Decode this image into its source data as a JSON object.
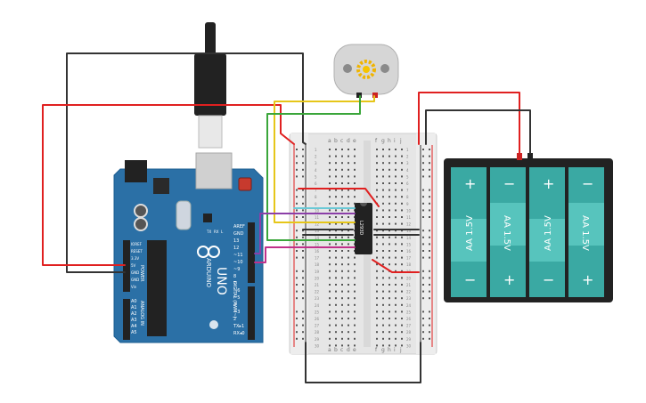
{
  "arduino": {
    "brand": "ARDUINO",
    "model": "UNO",
    "power_header": "POWER",
    "analog_header": "ANALOG IN",
    "digital_header": "DIGITAL (PWM~)",
    "left_pins": [
      "IOREF",
      "RESET",
      "3.3V",
      "5V",
      "GND",
      "GND",
      "Vin"
    ],
    "analog_pins": [
      "A0",
      "A1",
      "A2",
      "A3",
      "A4",
      "A5"
    ],
    "right_pins": [
      "AREF",
      "GND",
      "13",
      "12",
      "~11",
      "~10",
      "~9",
      "8",
      "7",
      "~6",
      "~5",
      "4",
      "~3",
      "2",
      "TX▸1",
      "RX◂0"
    ],
    "small_labels": [
      "TX",
      "RX",
      "L"
    ]
  },
  "breadboard": {
    "col_letters_left": [
      "a",
      "b",
      "c",
      "d",
      "e"
    ],
    "col_letters_right": [
      "f",
      "g",
      "h",
      "i",
      "j"
    ],
    "row_numbers": [
      "1",
      "2",
      "3",
      "4",
      "5",
      "6",
      "7",
      "8",
      "9",
      "10",
      "11",
      "12",
      "13",
      "14",
      "15",
      "16",
      "17",
      "18",
      "19",
      "20",
      "21",
      "22",
      "23",
      "24",
      "25",
      "26",
      "27",
      "28",
      "29",
      "30"
    ]
  },
  "chip": {
    "label": "L293D"
  },
  "battery": {
    "cell_labels": [
      "AA 1.5V",
      "AA 1.5V",
      "AA 1.5V",
      "AA 1.5V"
    ],
    "plus": "+",
    "minus": "−"
  },
  "colors": {
    "red_wire": "#e02020",
    "black_wire": "#333333",
    "yellow_wire": "#e6c619",
    "green_wire": "#3aa63a",
    "purple_wire": "#8b3fa8",
    "magenta_wire": "#c0308a",
    "cyan_wire": "#6ac9d6",
    "board_blue": "#2b70a6",
    "battery_teal": "#3aa9a3"
  }
}
